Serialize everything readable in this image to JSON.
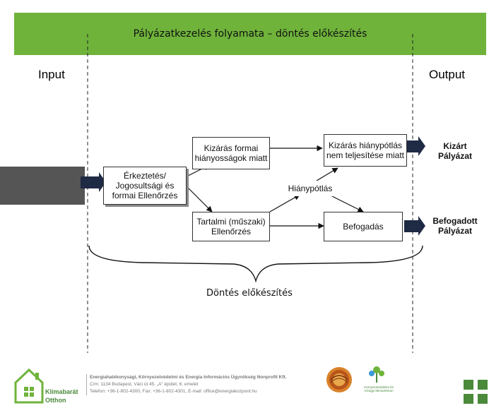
{
  "header": {
    "title": "Pályázatkezelés folyamata – döntés előkészítés"
  },
  "io": {
    "input": "Input",
    "output": "Output"
  },
  "nodes": {
    "erkeztetes": "Érkeztetés/ Jogosultsági és formai Ellenőrzés",
    "kizaras_formai": "Kizárás formai hiányosságok miatt",
    "kizaras_hianypotlas": "Kizárás hiánypótlás nem teljesítése miatt",
    "hianypotlas": "Hiánypótlás",
    "tartalmi": "Tartalmi (műszaki) Ellenőrzés",
    "befogadas": "Befogadás"
  },
  "outputs": {
    "kizart": "Kizárt Pályázat",
    "befogadott": "Befogadott Pályázat"
  },
  "brace": {
    "label": "Döntés előkészítés"
  },
  "footer": {
    "logo_line1": "Klímabarát",
    "logo_line2": "Otthon",
    "org_name": "Energiahatékonysági, Környezetvédelmi és Energia Információs Ügynökség Nonprofit Kft.",
    "address": "Cím: 1134 Budapest, Váci út 45. „A” épület, 6. emelet",
    "contact": "Telefon: +36-1-802-4300, Fax: +36-1-802-4301, E-mail: office@energiakozpont.hu",
    "partner_label": "Környezetvédelmi és Vízügyi Minisztérium"
  },
  "colors": {
    "banner": "#6fb33b",
    "logo_green": "#4a8a3a",
    "arrow_dark": "#1f2a44"
  }
}
